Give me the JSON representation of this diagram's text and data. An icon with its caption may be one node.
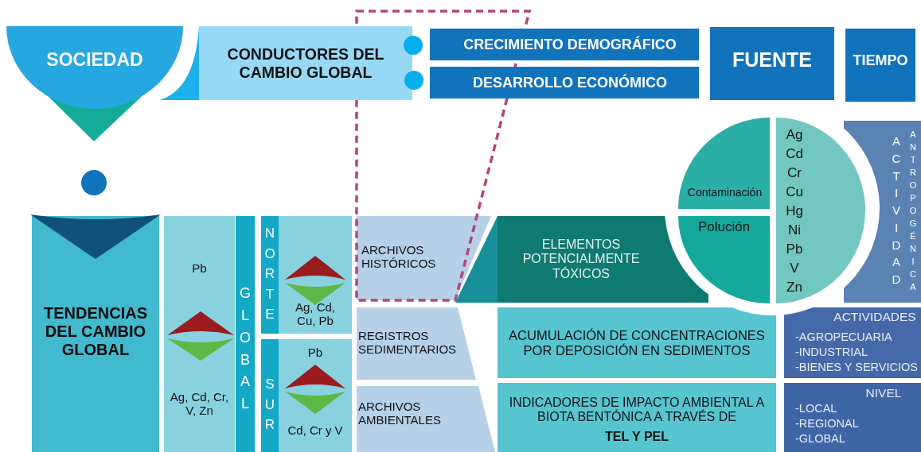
{
  "diagram": {
    "nodes": [
      {
        "text": [
          "SOCIEDAD"
        ]
      },
      {
        "text": [
          "CONDUCTORES DEL CAMBIO GLOBAL"
        ]
      },
      {
        "text": [
          "CRECIMIENTO DEMOGRÁFICO"
        ]
      },
      {
        "text": [
          "DESARROLLO ECONÓMICO"
        ]
      },
      {
        "text": [
          "FUENTE"
        ]
      },
      {
        "text": [
          "TIEMPO"
        ]
      },
      {
        "text": [],
        "shape": "circle"
      },
      {
        "text": [
          "TENDENCIAS DEL CAMBIO GLOBAL"
        ]
      },
      {
        "text": [
          "Pb",
          "Ag, Cd, Cr, V, Zn"
        ]
      },
      {
        "text": [
          "GLOBAL"
        ]
      },
      {
        "text": [
          "NORTE"
        ]
      },
      {
        "text": [
          "Ag, Cd, Cu, Pb"
        ]
      },
      {
        "text": [
          "SUR"
        ]
      },
      {
        "text": [
          "Pb",
          "Cd, Cr y V"
        ]
      },
      {
        "text": [
          "ARCHIVOS HISTÓRICOS"
        ]
      },
      {
        "text": [
          "REGISTROS SEDIMENTARIOS"
        ]
      },
      {
        "text": [
          "ARCHIVOS AMBIENTALES"
        ]
      },
      {
        "text": [
          "ELEMENTOS POTENCIALMENTE TÓXICOS"
        ]
      },
      {
        "text": [
          "ACUMULACIÓN DE CONCENTRACIONES POR DEPOSICIÓN EN SEDIMENTOS"
        ]
      },
      {
        "text": [
          "INDICADORES DE IMPACTO AMBIENTAL A BIOTA BENTÓNICA A TRAVÉS DE",
          "TEL Y PEL"
        ]
      },
      {
        "text": [
          "Contaminación"
        ]
      },
      {
        "text": [
          "Polución"
        ]
      },
      {
        "text": [
          "Ag",
          "Cd",
          "Cr",
          "Cu",
          "Hg",
          "Ni",
          "Pb",
          "V",
          "Zn"
        ]
      },
      {
        "text": [
          "ACTIVIDAD",
          "ANTROPOGÉNICA"
        ]
      },
      {
        "text": [
          "ACTIVIDADES",
          "-AGROPECUARIA",
          "-INDUSTRIAL",
          "-BIENES Y SERVICIOS"
        ]
      },
      {
        "text": [
          "NIVEL",
          "-LOCAL",
          "-REGIONAL",
          "-GLOBAL"
        ]
      }
    ]
  }
}
